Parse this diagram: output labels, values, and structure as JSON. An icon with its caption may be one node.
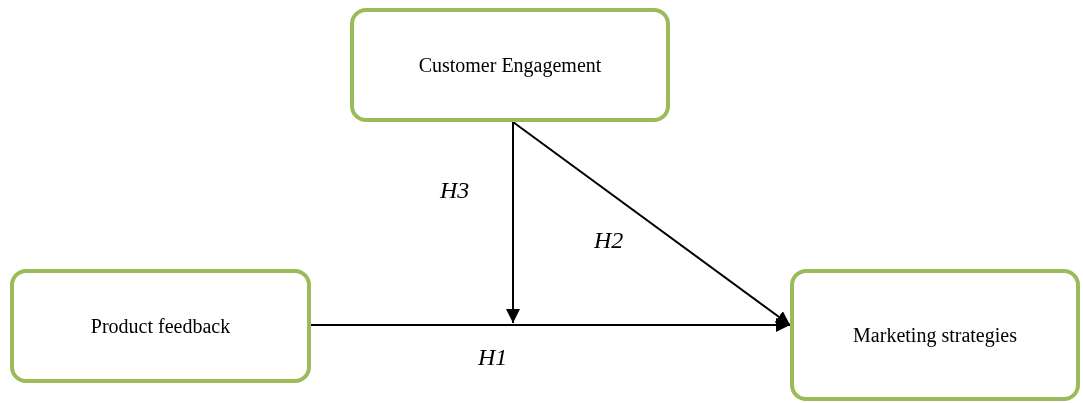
{
  "diagram": {
    "nodes": [
      {
        "text": [
          "Customer Engagement"
        ]
      },
      {
        "text": [
          "Product feedback"
        ]
      },
      {
        "text": [
          "Marketing strategies"
        ]
      }
    ],
    "edges": [
      {
        "from": 1,
        "to": 2,
        "arrow": "to",
        "label": "H1"
      },
      {
        "from": 0,
        "to": 2,
        "arrow": "to",
        "label": "H2"
      },
      {
        "from": 0,
        "to": null,
        "arrow": "to",
        "label": "H3"
      }
    ]
  }
}
